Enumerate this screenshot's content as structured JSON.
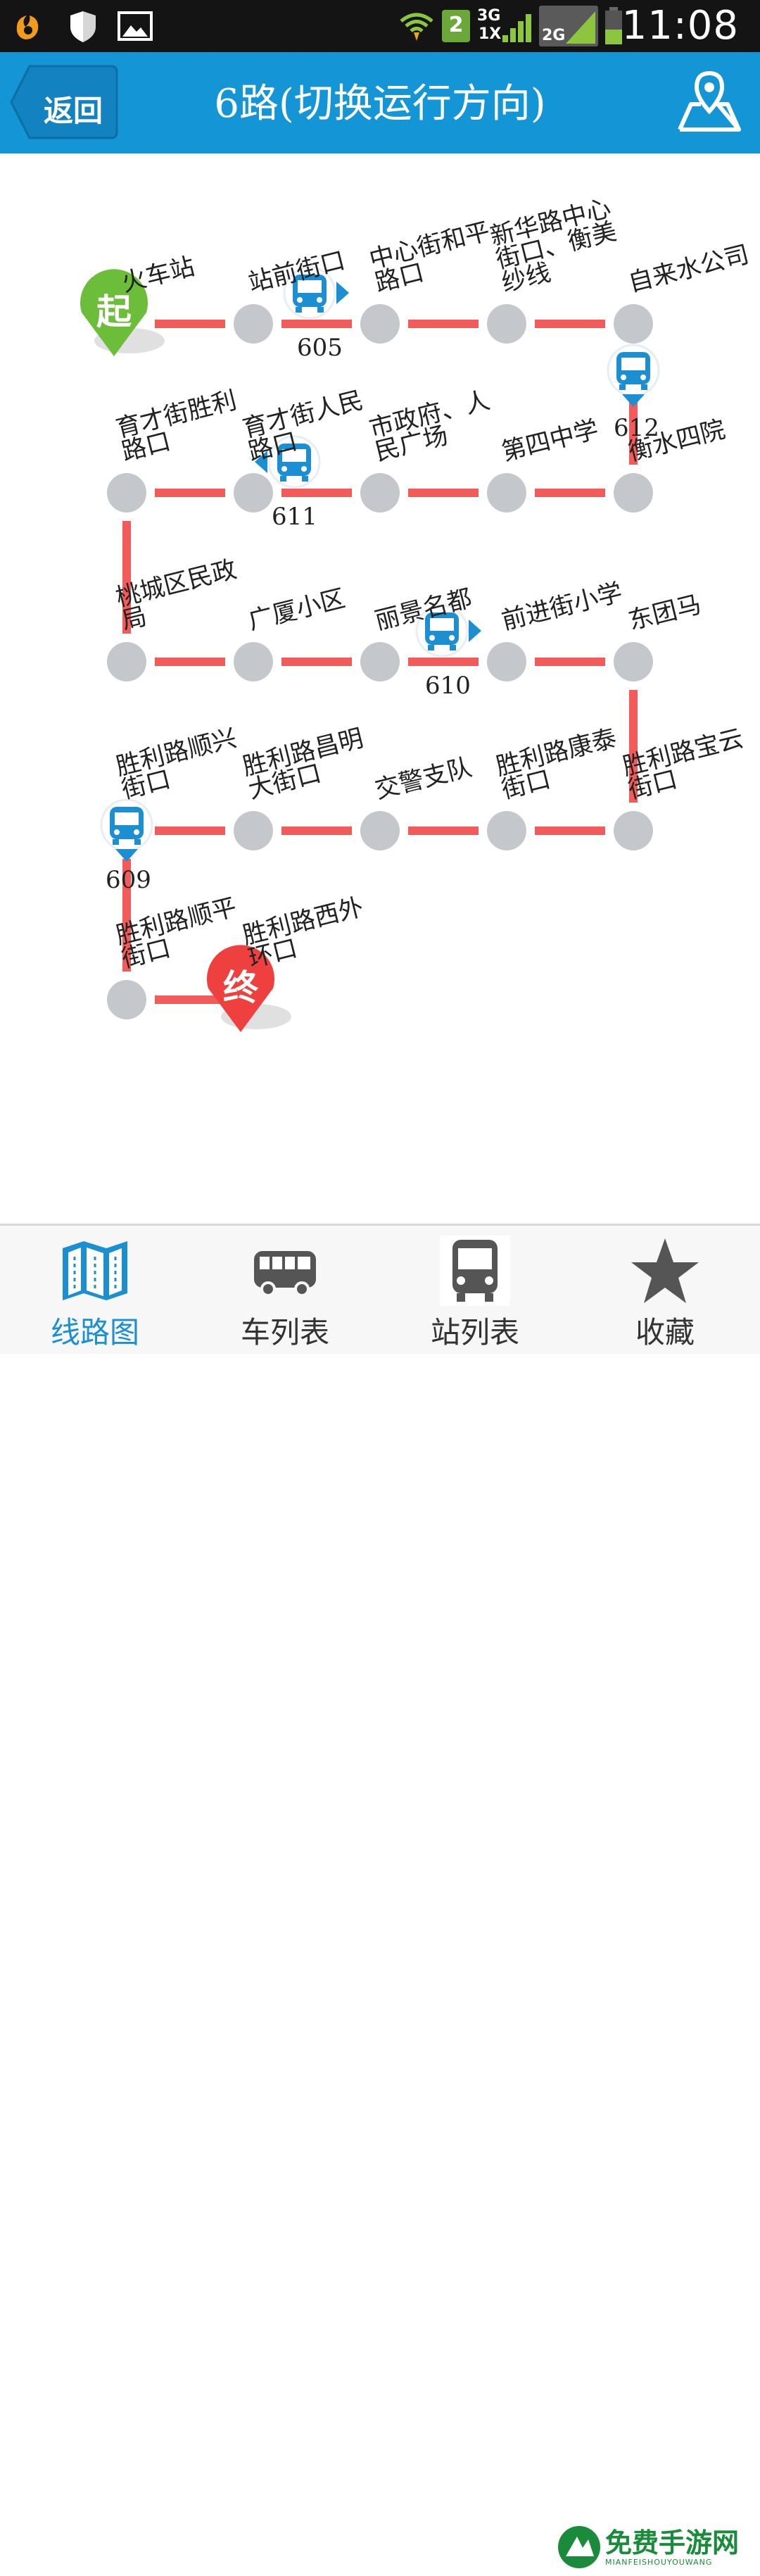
{
  "status_bar": {
    "time": "11:08",
    "sim_slot": "2",
    "network_3g": "3G",
    "network_1x": "1X",
    "network_2g": "2G",
    "icons": [
      "uc-browser-icon",
      "shield-icon",
      "image-icon",
      "wifi-icon",
      "sim-icon",
      "signal-icon",
      "battery-icon"
    ]
  },
  "header": {
    "back_label": "返回",
    "title": "6路(切换运行方向)",
    "map_icon": "map-pin-icon"
  },
  "route": {
    "start_marker": "起",
    "end_marker": "终",
    "rows": [
      {
        "stops": [
          {
            "name": [
              "火车站"
            ]
          },
          {
            "name": [
              "站前街口"
            ]
          },
          {
            "name": [
              "中心街和平",
              "路口"
            ]
          },
          {
            "name": [
              "新华路中心",
              "街口、衡美",
              "纱线"
            ]
          },
          {
            "name": [
              "自来水公司"
            ]
          }
        ]
      },
      {
        "stops": [
          {
            "name": [
              "育才街胜利",
              "路口"
            ]
          },
          {
            "name": [
              "育才街人民",
              "路口"
            ]
          },
          {
            "name": [
              "市政府、人",
              "民广场"
            ]
          },
          {
            "name": [
              "第四中学"
            ]
          },
          {
            "name": [
              "衡水四院"
            ]
          }
        ]
      },
      {
        "stops": [
          {
            "name": [
              "桃城区民政",
              "局"
            ]
          },
          {
            "name": [
              "广厦小区"
            ]
          },
          {
            "name": [
              "丽景名都"
            ]
          },
          {
            "name": [
              "前进街小学"
            ]
          },
          {
            "name": [
              "东团马"
            ]
          }
        ]
      },
      {
        "stops": [
          {
            "name": [
              "胜利路顺兴",
              "街口"
            ]
          },
          {
            "name": [
              "胜利路昌明",
              "大街口"
            ]
          },
          {
            "name": [
              "交警支队"
            ]
          },
          {
            "name": [
              "胜利路康泰",
              "街口"
            ]
          },
          {
            "name": [
              "胜利路宝云",
              "街口"
            ]
          }
        ]
      },
      {
        "stops": [
          {
            "name": [
              "胜利路顺平",
              "街口"
            ]
          },
          {
            "name": [
              "胜利路西外",
              "环口"
            ]
          }
        ]
      }
    ],
    "buses": [
      {
        "number": "605",
        "direction": "right"
      },
      {
        "number": "612",
        "direction": "down"
      },
      {
        "number": "611",
        "direction": "left"
      },
      {
        "number": "610",
        "direction": "right"
      },
      {
        "number": "609",
        "direction": "down"
      }
    ],
    "colors": {
      "line": "#f35b5b",
      "stop": "#c4c7cb",
      "bus": "#1b8fd2",
      "start": "#6bbd3a",
      "end": "#ef4040"
    }
  },
  "bottom_nav": {
    "items": [
      {
        "label": "线路图",
        "icon": "map-icon",
        "active": true
      },
      {
        "label": "车列表",
        "icon": "bus-side-icon",
        "active": false
      },
      {
        "label": "站列表",
        "icon": "bus-front-icon",
        "active": false
      },
      {
        "label": "收藏",
        "icon": "star-icon",
        "active": false
      }
    ],
    "active_color": "#1b8fd2"
  },
  "watermark": {
    "text": "免费手游网",
    "subtext": "MIANFEISHOUYOUWANG"
  }
}
